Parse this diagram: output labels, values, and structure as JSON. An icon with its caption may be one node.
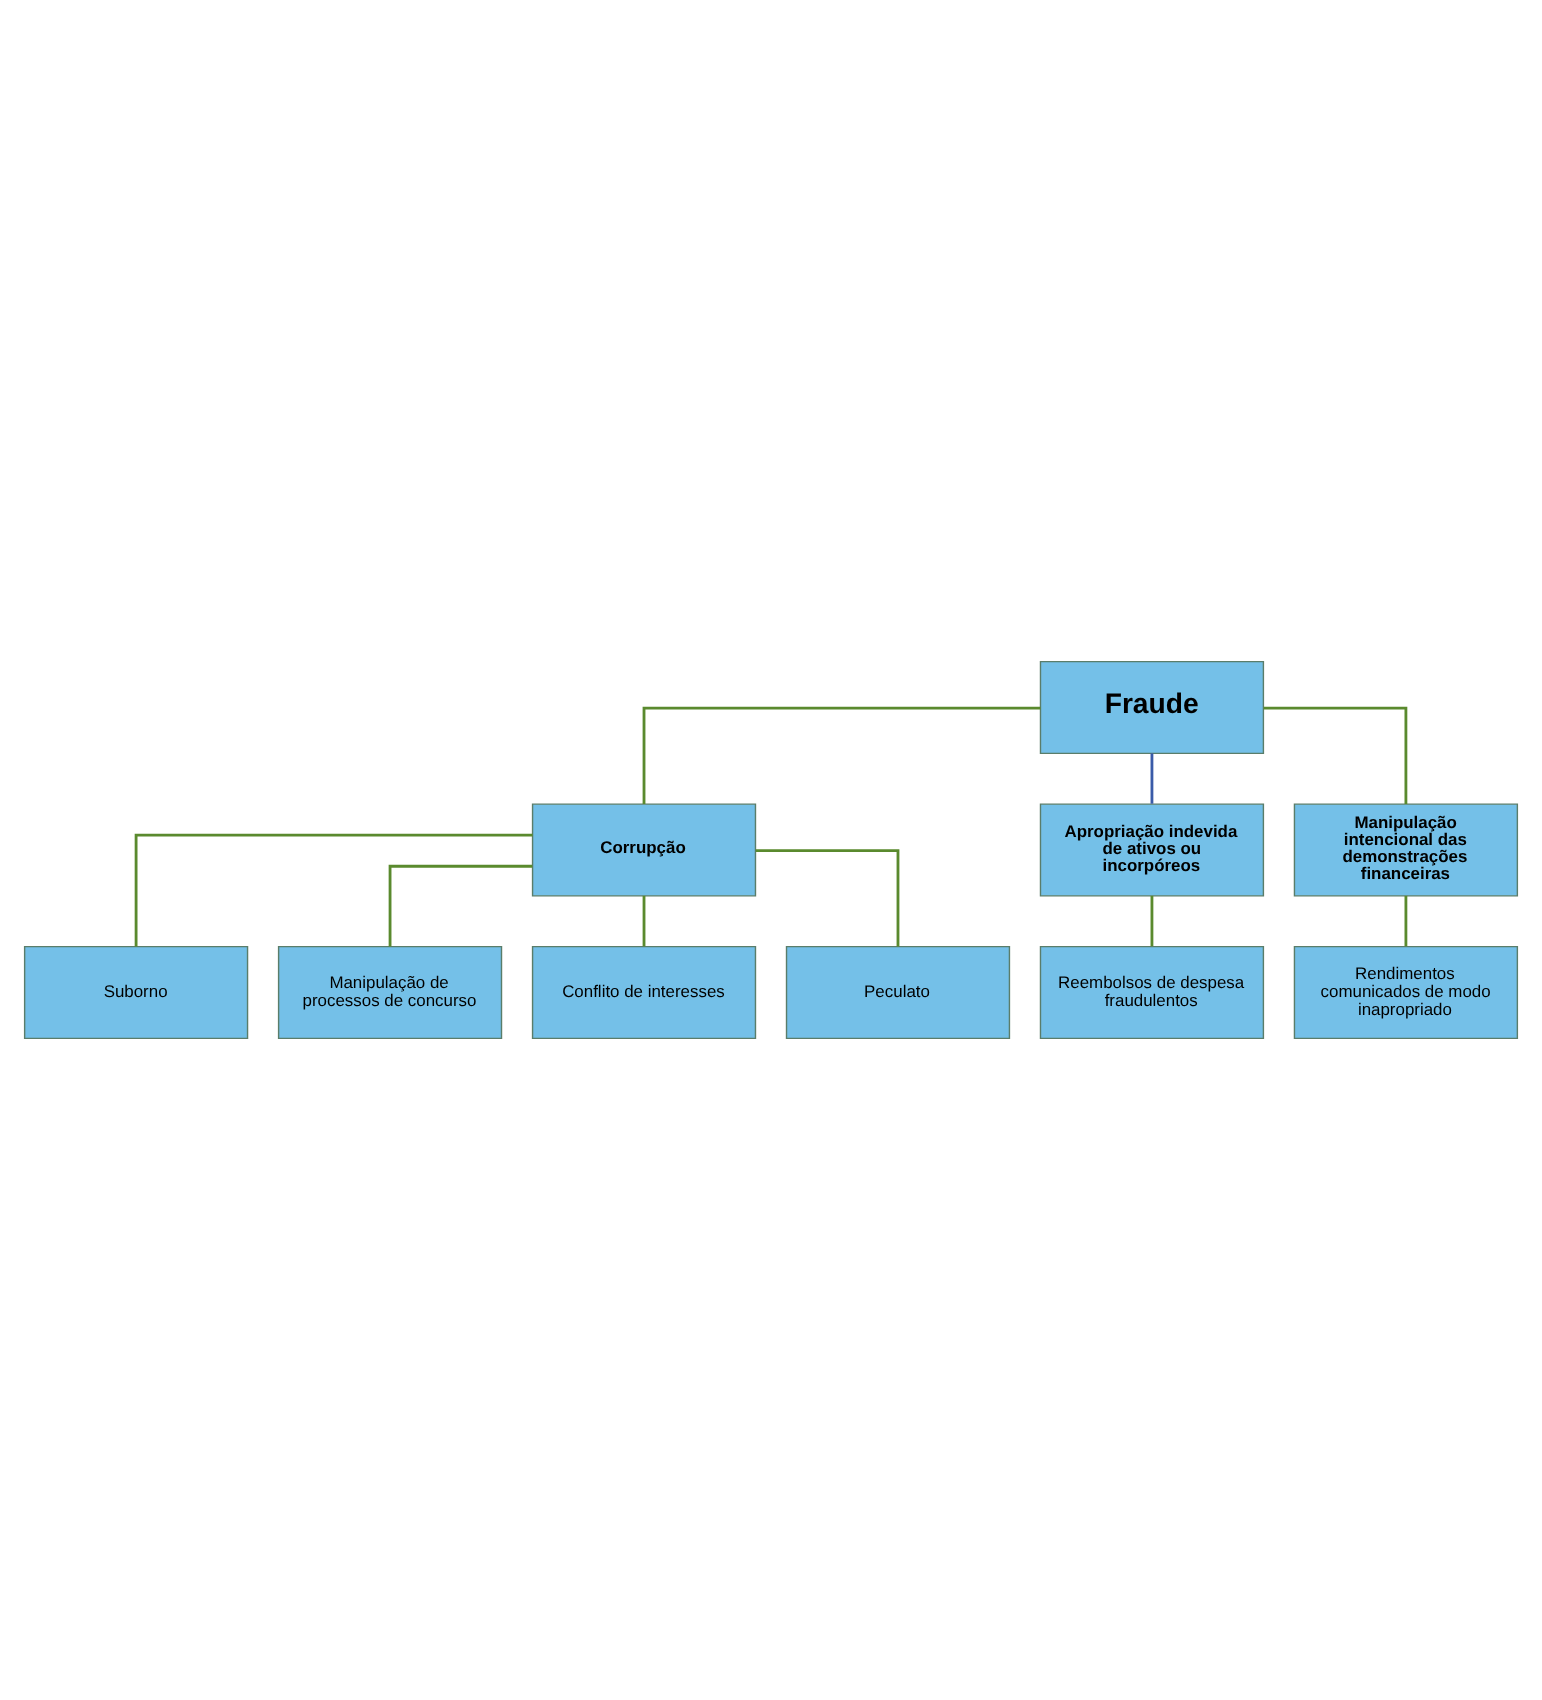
{
  "diagram": {
    "nodes": [
      {
        "text": [
          "Fraude"
        ]
      },
      {
        "text": [
          "Corrupção"
        ]
      },
      {
        "text": [
          "Apropriação indevida de ativos ou incorpóreos"
        ]
      },
      {
        "text": [
          "Manipulação intencional das demonstrações financeiras"
        ]
      },
      {
        "text": [
          "Suborno"
        ]
      },
      {
        "text": [
          "Manipulação de processos de concurso"
        ]
      },
      {
        "text": [
          "Conflito de interesses"
        ]
      },
      {
        "text": [
          "Peculato"
        ]
      },
      {
        "text": [
          "Reembolsos de despesa fraudulentos"
        ]
      },
      {
        "text": [
          "Rendimentos comunicados de modo inapropriado"
        ]
      }
    ],
    "edges": [
      {
        "from": 0,
        "to": 1,
        "arrow": "none"
      },
      {
        "from": 0,
        "to": 2,
        "arrow": "none",
        "color": "#3a5ba8"
      },
      {
        "from": 0,
        "to": 3,
        "arrow": "none"
      },
      {
        "from": 1,
        "to": 4,
        "arrow": "none"
      },
      {
        "from": 1,
        "to": 5,
        "arrow": "none"
      },
      {
        "from": 1,
        "to": 6,
        "arrow": "none"
      },
      {
        "from": 1,
        "to": 7,
        "arrow": "none"
      },
      {
        "from": 2,
        "to": 8,
        "arrow": "none"
      },
      {
        "from": 3,
        "to": 9,
        "arrow": "none"
      }
    ]
  }
}
